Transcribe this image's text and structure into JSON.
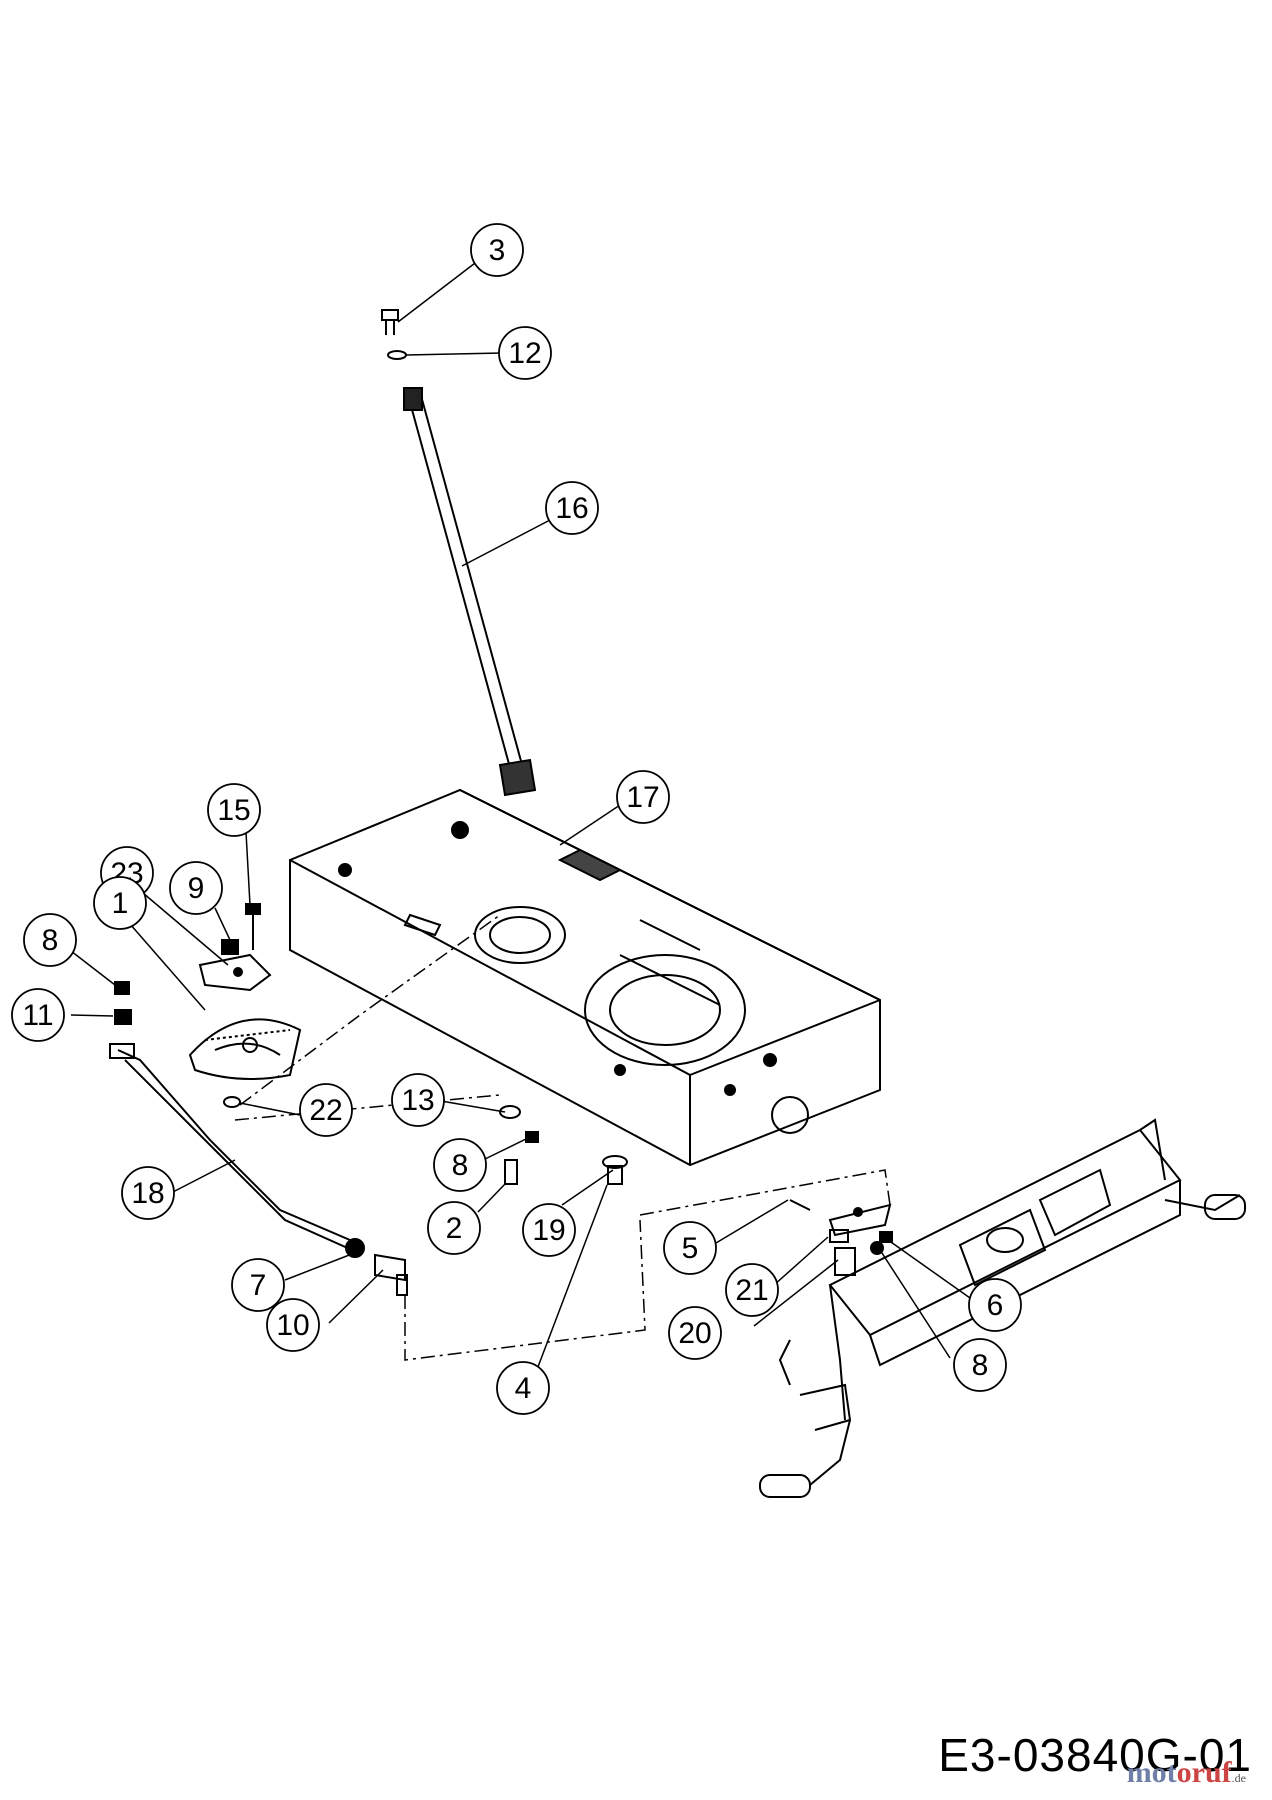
{
  "callouts": [
    {
      "id": "3",
      "label": "3"
    },
    {
      "id": "12",
      "label": "12"
    },
    {
      "id": "16",
      "label": "16"
    },
    {
      "id": "17",
      "label": "17"
    },
    {
      "id": "15",
      "label": "15"
    },
    {
      "id": "23",
      "label": "23"
    },
    {
      "id": "9",
      "label": "9"
    },
    {
      "id": "8a",
      "label": "8"
    },
    {
      "id": "1",
      "label": "1"
    },
    {
      "id": "11",
      "label": "11"
    },
    {
      "id": "22",
      "label": "22"
    },
    {
      "id": "13",
      "label": "13"
    },
    {
      "id": "8b",
      "label": "8"
    },
    {
      "id": "2",
      "label": "2"
    },
    {
      "id": "19",
      "label": "19"
    },
    {
      "id": "18",
      "label": "18"
    },
    {
      "id": "7",
      "label": "7"
    },
    {
      "id": "10",
      "label": "10"
    },
    {
      "id": "4",
      "label": "4"
    },
    {
      "id": "5",
      "label": "5"
    },
    {
      "id": "21",
      "label": "21"
    },
    {
      "id": "20",
      "label": "20"
    },
    {
      "id": "6",
      "label": "6"
    },
    {
      "id": "8c",
      "label": "8"
    }
  ],
  "drawing_code": "E3-03840G-01",
  "watermark": {
    "part1": "mot",
    "part2": "oruf",
    "part3": "",
    "suffix": ".de"
  }
}
